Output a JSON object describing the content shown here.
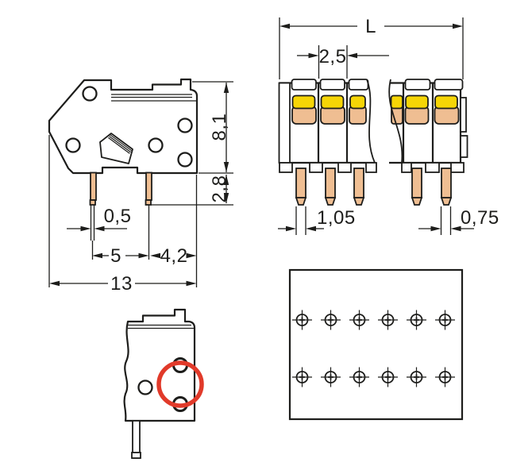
{
  "colors": {
    "line": "#1d1d1b",
    "pin_copper": "#efbe92",
    "pushbutton_yellow": "#f6d506",
    "highlight_red": "#e13a2a",
    "background": "#ffffff"
  },
  "side_view": {
    "dimensions": {
      "height": "8,1",
      "pin_length": "2,8",
      "pin_tip_width": "0,5",
      "pin_spacing": "5",
      "edge_offset": "4,2",
      "total_width": "13"
    },
    "hole_count": 5,
    "pin_count": 2
  },
  "front_view": {
    "dimensions": {
      "total_length": "L",
      "pole_pitch": "2,5",
      "pin_width": "1,05",
      "end_pin_width": "0,75"
    },
    "visible_pin_count": 5
  },
  "detail_view": {
    "hole_count": 3,
    "highlighted_hole_count": 2
  },
  "drilling_plan": {
    "rows": 2,
    "columns": 6,
    "total_holes": 12
  }
}
